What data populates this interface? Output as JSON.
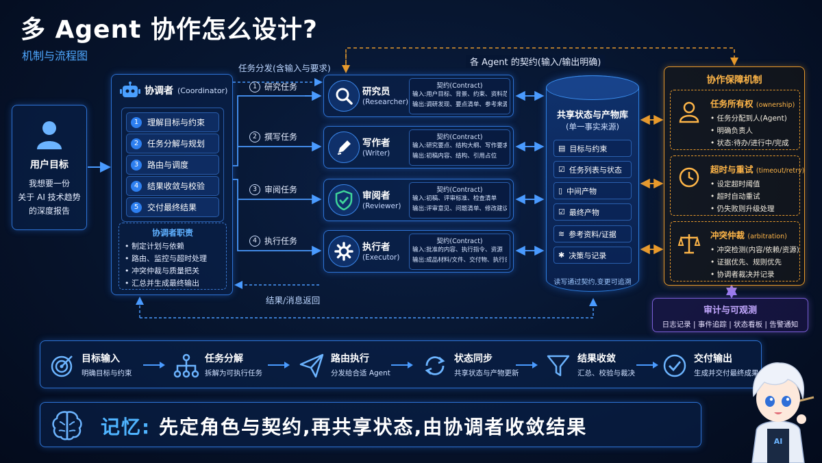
{
  "title": "多 Agent 协作怎么设计?",
  "subtitle": "机制与流程图",
  "top_arrow_label": "各 Agent 的契约(输入/输出明确)",
  "dispatch_label": "任务分发(含输入与要求)",
  "return_label": "结果/消息返回",
  "user": {
    "title": "用户目标",
    "lines": [
      "我想要一份",
      "关于 AI 技术趋势",
      "的深度报告"
    ]
  },
  "coordinator": {
    "title": "协调者",
    "en": "(Coordinator)",
    "steps": [
      {
        "num": "1",
        "label": "理解目标与约束"
      },
      {
        "num": "2",
        "label": "任务分解与规划"
      },
      {
        "num": "3",
        "label": "路由与调度"
      },
      {
        "num": "4",
        "label": "结果收敛与校验"
      },
      {
        "num": "5",
        "label": "交付最终结果"
      }
    ],
    "duty_title": "协调者职责",
    "duties": [
      "• 制定计划与依赖",
      "• 路由、监控与超时处理",
      "• 冲突仲裁与质量把关",
      "• 汇总并生成最终输出"
    ]
  },
  "tasks": [
    {
      "num": "1",
      "label": "研究任务"
    },
    {
      "num": "2",
      "label": "撰写任务"
    },
    {
      "num": "3",
      "label": "审阅任务"
    },
    {
      "num": "4",
      "label": "执行任务"
    }
  ],
  "roles": [
    {
      "name": "研究员",
      "en": "(Researcher)",
      "icon": "magnifier-icon",
      "contract": "契约(Contract)",
      "input": "输入:用户目标、背景、约束、资料范围",
      "output": "输出:调研发现、要点清单、参考来源"
    },
    {
      "name": "写作者",
      "en": "(Writer)",
      "icon": "pen-icon",
      "contract": "契约(Contract)",
      "input": "输入:研究要点、结构大纲、写作要求",
      "output": "输出:初稿内容、结构、引用占位"
    },
    {
      "name": "审阅者",
      "en": "(Reviewer)",
      "icon": "shield-check-icon",
      "contract": "契约(Contract)",
      "input": "输入:初稿、评审标准、检查清单",
      "output": "输出:评审意见、问题清单、修改建议"
    },
    {
      "name": "执行者",
      "en": "(Executor)",
      "icon": "gear-icon",
      "contract": "契约(Contract)",
      "input": "输入:批准的内容、执行指令、资源",
      "output": "输出:成品材料/文件、交付物、执行日志"
    }
  ],
  "store": {
    "title": "共享状态与产物库",
    "subtitle": "(单一事实来源)",
    "items": [
      {
        "label": "目标与约束",
        "icon": "doc-icon"
      },
      {
        "label": "任务列表与状态",
        "icon": "checklist-icon"
      },
      {
        "label": "中间产物",
        "icon": "file-icon"
      },
      {
        "label": "最终产物",
        "icon": "check-doc-icon"
      },
      {
        "label": "参考资料/证据",
        "icon": "stack-icon"
      },
      {
        "label": "决策与记录",
        "icon": "puzzle-icon"
      }
    ],
    "footer": "读写通过契约,变更可追溯"
  },
  "guarantee": {
    "title": "协作保障机制",
    "sections": [
      {
        "title": "任务所有权",
        "en": "(ownership)",
        "icon": "person-icon",
        "lines": [
          "• 任务分配到人(Agent)",
          "• 明确负责人",
          "• 状态:待办/进行中/完成"
        ]
      },
      {
        "title": "超时与重试",
        "en": "(timeout/retry)",
        "icon": "clock-icon",
        "lines": [
          "• 设定超时阈值",
          "• 超时自动重试",
          "• 仍失败则升级处理"
        ]
      },
      {
        "title": "冲突仲裁",
        "en": "(arbitration)",
        "icon": "scale-icon",
        "lines": [
          "• 冲突检测(内容/依赖/资源)",
          "• 证据优先、规则优先",
          "• 协调者裁决并记录"
        ]
      }
    ]
  },
  "audit": {
    "title": "审计与可观测",
    "subtitle": "日志记录 | 事件追踪 | 状态看板 | 告警通知"
  },
  "flow": [
    {
      "title": "目标输入",
      "sub": "明确目标与约束",
      "icon": "target-icon"
    },
    {
      "title": "任务分解",
      "sub": "拆解为可执行任务",
      "icon": "tree-icon"
    },
    {
      "title": "路由执行",
      "sub": "分发给合适 Agent",
      "icon": "paper-plane-icon"
    },
    {
      "title": "状态同步",
      "sub": "共享状态与产物更新",
      "icon": "sync-icon"
    },
    {
      "title": "结果收敛",
      "sub": "汇总、校验与裁决",
      "icon": "funnel-icon"
    },
    {
      "title": "交付输出",
      "sub": "生成并交付最终成果",
      "icon": "check-circle-icon"
    }
  ],
  "memory": {
    "key": "记忆:",
    "text": "先定角色与契约,再共享状态,由协调者收敛结果"
  },
  "mascot_badge": "AI"
}
